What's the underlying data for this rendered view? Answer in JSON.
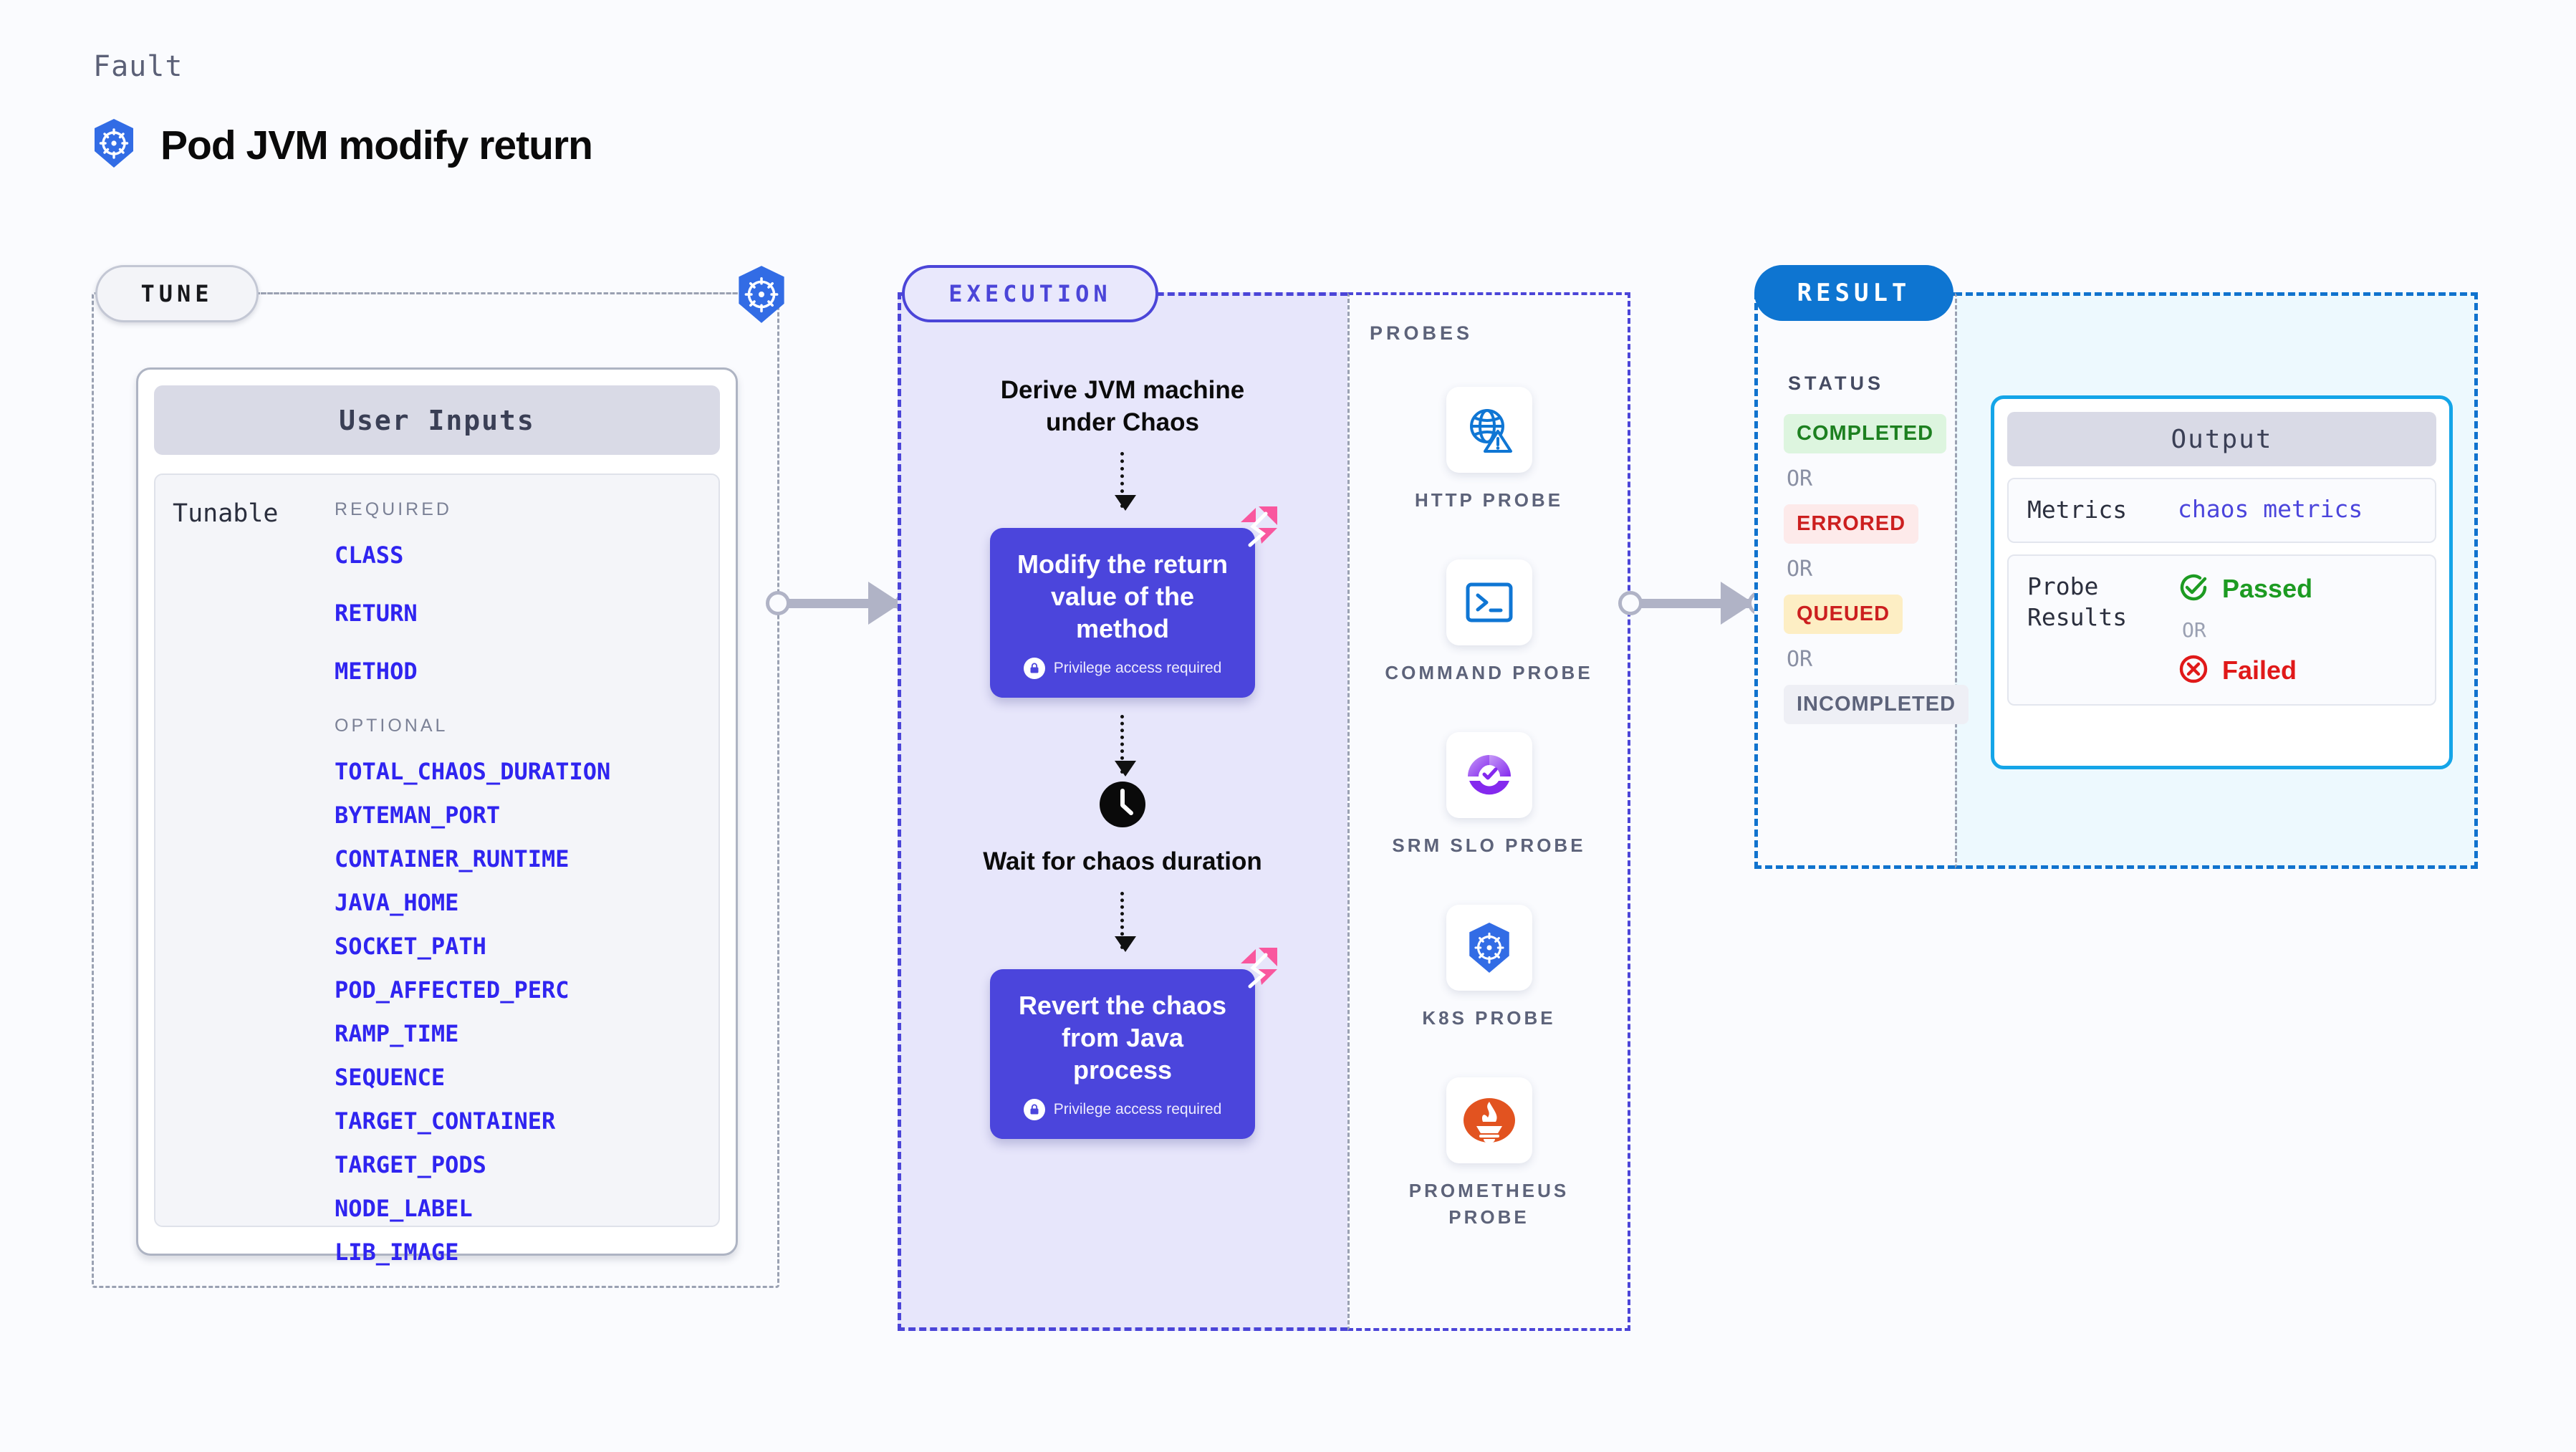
{
  "header": {
    "kicker": "Fault",
    "title": "Pod JVM modify return",
    "icon": "kubernetes-icon"
  },
  "stages": {
    "tune": "TUNE",
    "execution": "EXECUTION",
    "result": "RESULT"
  },
  "tune": {
    "card_title": "User Inputs",
    "tunable_label": "Tunable",
    "required_title": "REQUIRED",
    "required": [
      "CLASS",
      "RETURN",
      "METHOD"
    ],
    "optional_title": "OPTIONAL",
    "optional": [
      "TOTAL_CHAOS_DURATION",
      "BYTEMAN_PORT",
      "CONTAINER_RUNTIME",
      "JAVA_HOME",
      "SOCKET_PATH",
      "POD_AFFECTED_PERC",
      "RAMP_TIME",
      "SEQUENCE",
      "TARGET_CONTAINER",
      "TARGET_PODS",
      "NODE_LABEL",
      "LIB_IMAGE"
    ]
  },
  "execution": {
    "steps": [
      {
        "type": "text",
        "label": "Derive JVM machine under Chaos"
      },
      {
        "type": "card",
        "label": "Modify the return value of the method",
        "note": "Privilege access required",
        "icon": "litmus-icon",
        "lock_icon": "lock-icon"
      },
      {
        "type": "clock",
        "label": "Wait for chaos duration",
        "icon": "clock-icon"
      },
      {
        "type": "card",
        "label": "Revert the chaos from Java process",
        "note": "Privilege access required",
        "icon": "litmus-icon",
        "lock_icon": "lock-icon"
      }
    ]
  },
  "probes": {
    "title": "PROBES",
    "items": [
      {
        "label": "HTTP PROBE",
        "icon": "globe-warning-icon"
      },
      {
        "label": "COMMAND PROBE",
        "icon": "terminal-icon"
      },
      {
        "label": "SRM SLO PROBE",
        "icon": "srm-slo-icon"
      },
      {
        "label": "K8S PROBE",
        "icon": "kubernetes-icon"
      },
      {
        "label": "PROMETHEUS PROBE",
        "icon": "prometheus-icon"
      }
    ]
  },
  "result": {
    "status_title": "STATUS",
    "or_label": "OR",
    "statuses": [
      {
        "label": "COMPLETED",
        "bg": "#ddf5df",
        "fg": "#1d8020"
      },
      {
        "label": "ERRORED",
        "bg": "#fdeaea",
        "fg": "#cc1f1f"
      },
      {
        "label": "QUEUED",
        "bg": "#fdeec4",
        "fg": "#cc1f1f"
      },
      {
        "label": "INCOMPLETED",
        "bg": "#eeeff5",
        "fg": "#5d637a"
      }
    ]
  },
  "output": {
    "title": "Output",
    "metrics_label": "Metrics",
    "metrics_value": "chaos metrics",
    "probe_results_label": "Probe Results",
    "passed_label": "Passed",
    "failed_label": "Failed",
    "or_label": "OR",
    "passed_icon": "check-circle-icon",
    "failed_icon": "x-circle-icon"
  },
  "colors": {
    "purple": "#4b45dc",
    "blue": "#1073ce",
    "cyan": "#14a5e8",
    "pink": "#f9579e",
    "grey_dash": "#9aa1b2",
    "param_blue": "#2f24f0"
  }
}
